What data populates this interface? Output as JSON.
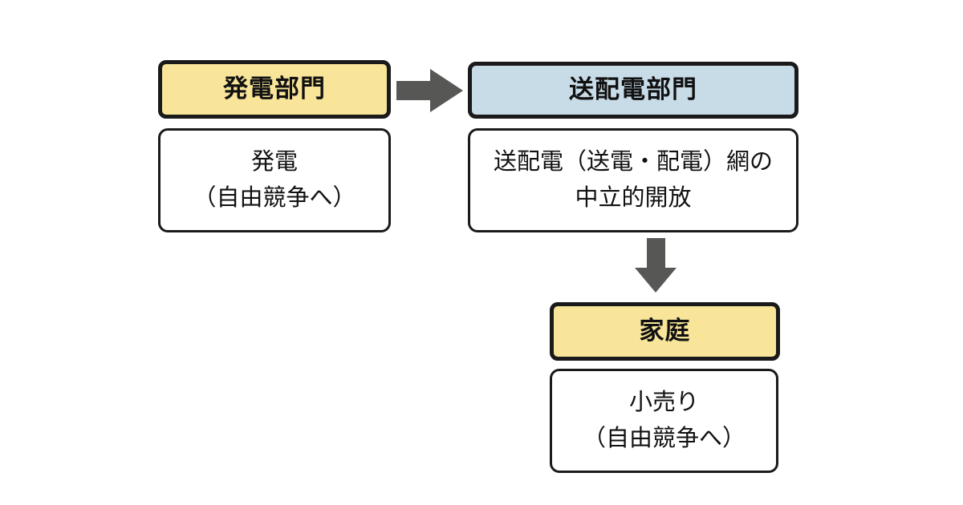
{
  "diagram": {
    "description": "Electricity sector unbundling flow diagram",
    "colors": {
      "background": "#ffffff",
      "header_yellow": "#f8e599",
      "header_blue": "#c8dce8",
      "box_border": "#1a1a1a",
      "detail_background": "#ffffff",
      "arrow_gray": "#575756",
      "text": "#111111"
    },
    "nodes": {
      "generation": {
        "title": "発電部門",
        "lines": [
          "発電",
          "（自由競争へ）"
        ]
      },
      "transmission": {
        "title": "送配電部門",
        "lines": [
          "送配電（送電・配電）網の",
          "中立的開放"
        ]
      },
      "household": {
        "title": "家庭",
        "lines": [
          "小売り",
          "（自由競争へ）"
        ]
      }
    },
    "arrows": [
      {
        "name": "generation-to-transmission",
        "direction": "right"
      },
      {
        "name": "transmission-to-household",
        "direction": "down"
      }
    ]
  }
}
